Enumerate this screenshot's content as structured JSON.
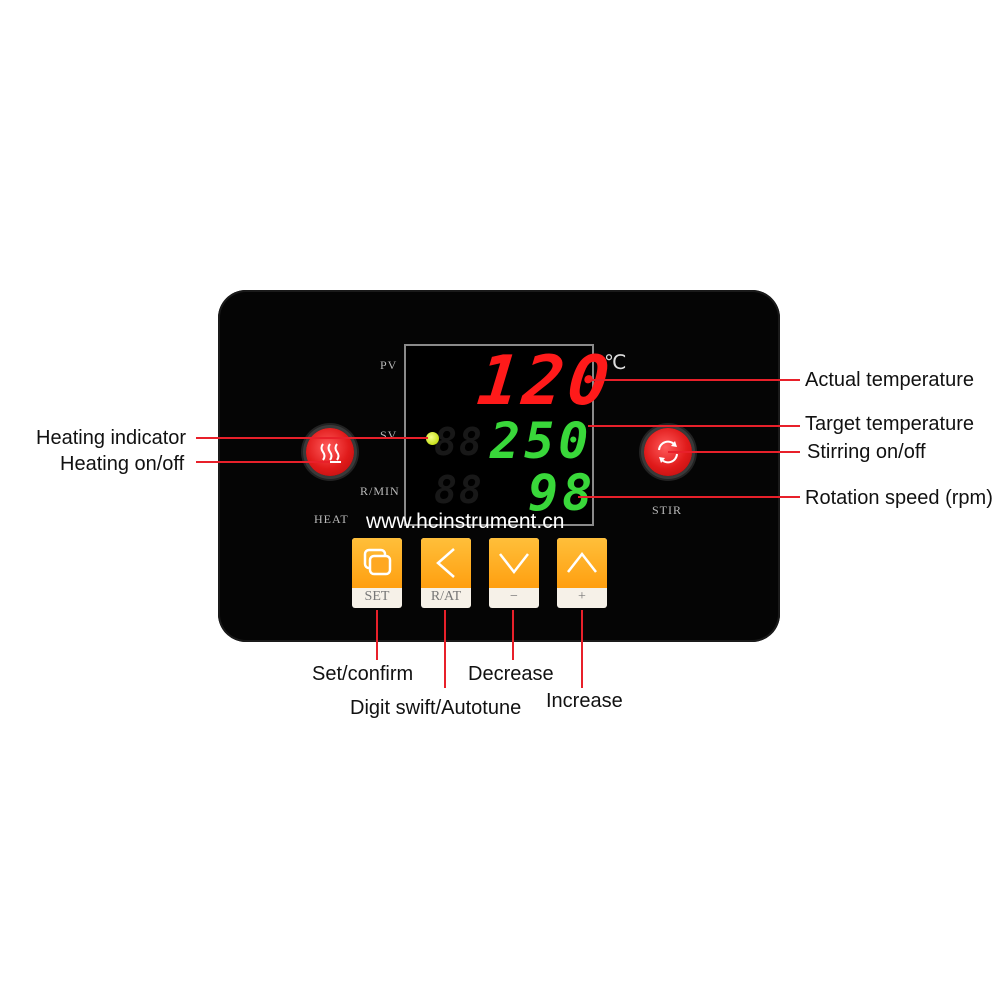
{
  "display": {
    "pv_label": "PV",
    "sv_label": "SV",
    "rpm_label": "R/MIN",
    "pv_value": "120",
    "sv_value": "250",
    "rpm_value": "98",
    "unit": "℃"
  },
  "panel": {
    "heat_label": "HEAT",
    "stir_label": "STIR",
    "website": "www.hcinstrument.cn"
  },
  "keys": [
    {
      "label": "SET",
      "icon": "set-icon"
    },
    {
      "label": "R/AT",
      "icon": "chevron-left-icon"
    },
    {
      "label": "−",
      "icon": "chevron-down-icon"
    },
    {
      "label": "+",
      "icon": "chevron-up-icon"
    }
  ],
  "annotations": {
    "actual_temperature": "Actual temperature",
    "target_temperature": "Target temperature",
    "stirring": "Stirring on/off",
    "rotation_speed": "Rotation speed (rpm)",
    "heating_indicator": "Heating indicator",
    "heating_onoff": "Heating on/off",
    "set_confirm": "Set/confirm",
    "digit_swift": "Digit swift/Autotune",
    "decrease": "Decrease",
    "increase": "Increase"
  },
  "colors": {
    "panel": "#050505",
    "pv_digits": "#ff1a1a",
    "sv_digits": "#39d83a",
    "buttons": "#ff9f10",
    "leader_lines": "#e8202a"
  }
}
